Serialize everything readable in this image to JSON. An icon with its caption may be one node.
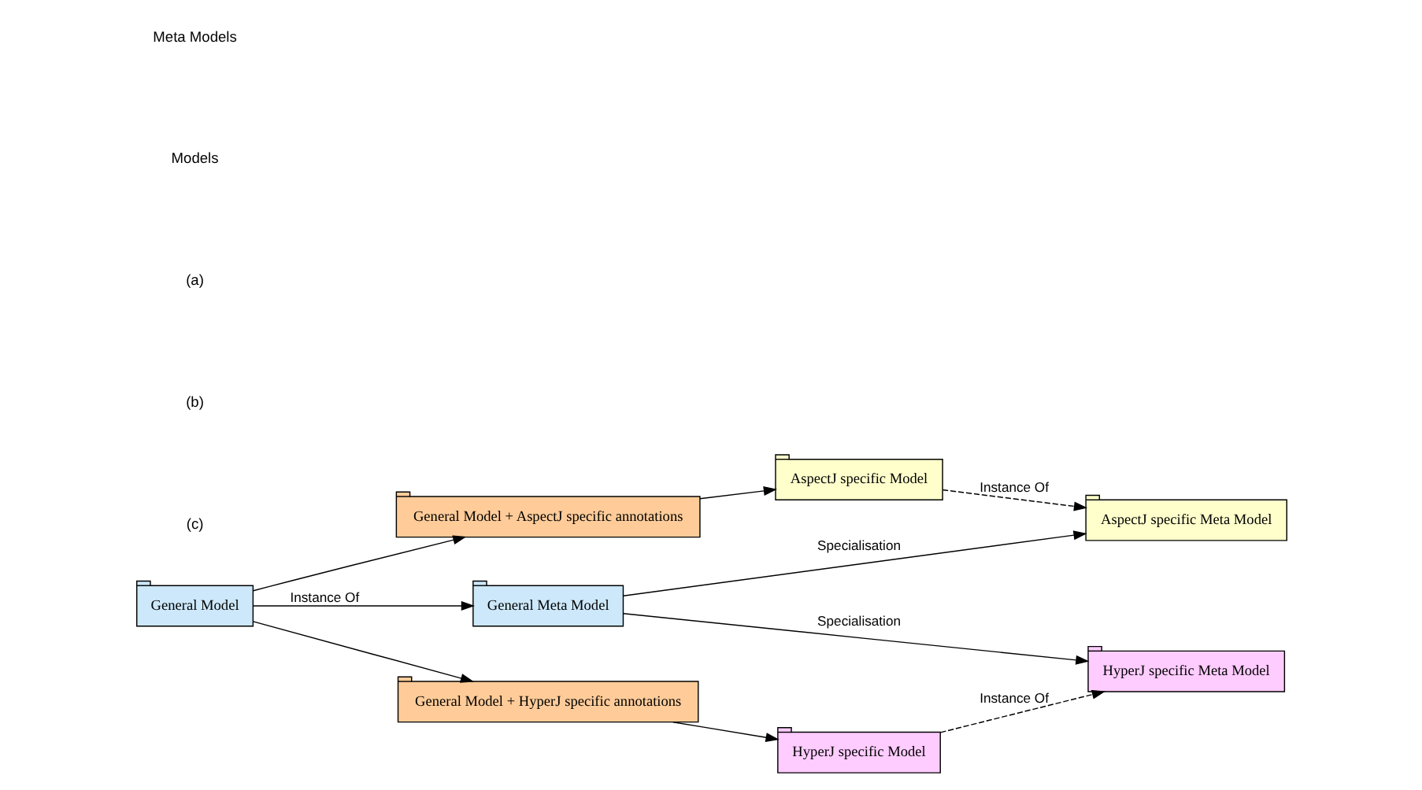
{
  "diagram": {
    "nodes": [
      {
        "text": [
          "General Meta Model"
        ]
      },
      {
        "text": [
          "AspectJ specific Meta Model"
        ]
      },
      {
        "text": [
          "HyperJ specific Meta Model"
        ]
      },
      {
        "text": [
          "General Model"
        ]
      },
      {
        "text": [
          "General Model + AspectJ specific annotations"
        ]
      },
      {
        "text": [
          "AspectJ specific Model"
        ]
      },
      {
        "text": [
          "General Model + HyperJ specific annotations"
        ]
      },
      {
        "text": [
          "HyperJ specific Model"
        ]
      }
    ],
    "edges": [
      {
        "from": 0,
        "to": 1,
        "arrow": "to",
        "label": "Specialisation"
      },
      {
        "from": 0,
        "to": 2,
        "arrow": "to",
        "label": "Specialisation"
      },
      {
        "from": 3,
        "to": 0,
        "arrow": "to",
        "label": "Instance Of"
      },
      {
        "from": 5,
        "to": 1,
        "arrow": "to",
        "label": "Instance Of",
        "style": "dashed"
      },
      {
        "from": 3,
        "to": 4,
        "arrow": "to"
      },
      {
        "from": 4,
        "to": 5,
        "arrow": "to"
      },
      {
        "from": 7,
        "to": 2,
        "arrow": "to",
        "label": "Instance Of",
        "style": "dashed"
      },
      {
        "from": 3,
        "to": 6,
        "arrow": "to"
      },
      {
        "from": 6,
        "to": 7,
        "arrow": "to"
      }
    ],
    "labels": [
      "Meta Models",
      "Models",
      "(a)",
      "(b)",
      "(c)"
    ]
  }
}
